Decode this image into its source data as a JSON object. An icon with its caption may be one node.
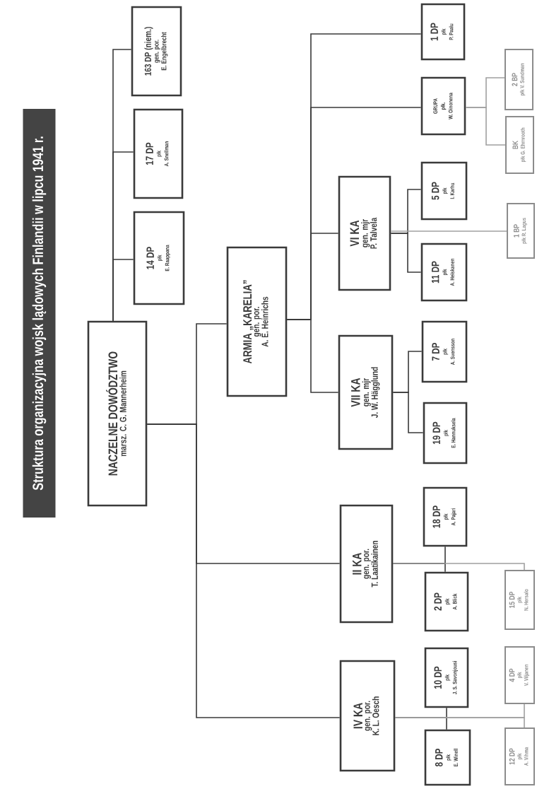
{
  "diagram": {
    "title": "Struktura organizacyjna wojsk lądowych Finlandii w lipcu 1941 r.",
    "nodes": [
      {
        "text": [
          "NACZELNE DOWÓDZTWO",
          "marsz. C. G. Mannerheim"
        ]
      },
      {
        "text": [
          "14 DP",
          "płk",
          "E. Raappana"
        ]
      },
      {
        "text": [
          "17 DP",
          "płk",
          "A. Snellman"
        ]
      },
      {
        "text": [
          "163 DP (niem.)",
          "gen. por.",
          "E. Engelbrecht"
        ]
      },
      {
        "text": [
          "ARMIA „KARELIA”",
          "gen. por.",
          "A. E. Heinrichs"
        ]
      },
      {
        "text": [
          "VI KA",
          "gen. mjr",
          "P. Talvela"
        ]
      },
      {
        "text": [
          "5 DP",
          "płk",
          "I. Karhu"
        ]
      },
      {
        "text": [
          "11 DP",
          "płk",
          "A. Heiskanen"
        ]
      },
      {
        "text": [
          "1 BP",
          "płk R. Lagus"
        ]
      },
      {
        "text": [
          "VII KA",
          "gen. mjr",
          "J. W. Hägglund"
        ]
      },
      {
        "text": [
          "7 DP",
          "płk",
          "A. Svensson"
        ]
      },
      {
        "text": [
          "19 DP",
          "płk",
          "E. Hannuksela"
        ]
      },
      {
        "text": [
          "GRUPA",
          "płk.",
          "W. Oinonena"
        ]
      },
      {
        "text": [
          "BK",
          "płk G. Ehrnrooth"
        ]
      },
      {
        "text": [
          "2 BP",
          "płk V. Sundman"
        ]
      },
      {
        "text": [
          "1 DP",
          "płk",
          "P. Paalu"
        ]
      },
      {
        "text": [
          "II KA",
          "gen. por.",
          "T. Laatikainen"
        ]
      },
      {
        "text": [
          "2 DP",
          "płk",
          "A. Blick"
        ]
      },
      {
        "text": [
          "18 DP",
          "płk",
          "A. Pajari"
        ]
      },
      {
        "text": [
          "15 DP",
          "płk",
          "N. Hersalo"
        ]
      },
      {
        "text": [
          "IV KA",
          "gen. por.",
          "K. L. Oesch"
        ]
      },
      {
        "text": [
          "10 DP",
          "płk",
          "J. S. Savonjousi"
        ]
      },
      {
        "text": [
          "8 DP",
          "płk",
          "E. Winell"
        ]
      },
      {
        "text": [
          "4 DP",
          "płk",
          "V. Viljanen"
        ]
      },
      {
        "text": [
          "12 DP",
          "płk",
          "A. Vihma"
        ]
      }
    ],
    "edges": [
      {
        "from": 0,
        "to": 1,
        "arrow": "none"
      },
      {
        "from": 0,
        "to": 2,
        "arrow": "none"
      },
      {
        "from": 0,
        "to": 3,
        "arrow": "none"
      },
      {
        "from": 0,
        "to": 4,
        "arrow": "none"
      },
      {
        "from": 0,
        "to": 16,
        "arrow": "none"
      },
      {
        "from": 0,
        "to": 20,
        "arrow": "none"
      },
      {
        "from": 4,
        "to": 15,
        "arrow": "none"
      },
      {
        "from": 4,
        "to": 12,
        "arrow": "none"
      },
      {
        "from": 4,
        "to": 5,
        "arrow": "none"
      },
      {
        "from": 4,
        "to": 9,
        "arrow": "none"
      },
      {
        "from": 5,
        "to": 6,
        "arrow": "none"
      },
      {
        "from": 5,
        "to": 7,
        "arrow": "none"
      },
      {
        "from": 5,
        "to": 8,
        "arrow": "none",
        "color": "#a0a0a0"
      },
      {
        "from": 9,
        "to": 10,
        "arrow": "none"
      },
      {
        "from": 9,
        "to": 11,
        "arrow": "none"
      },
      {
        "from": 12,
        "to": 14,
        "arrow": "none",
        "color": "#a0a0a0"
      },
      {
        "from": 12,
        "to": 13,
        "arrow": "none",
        "color": "#a0a0a0"
      },
      {
        "from": 16,
        "to": 18,
        "arrow": "none"
      },
      {
        "from": 16,
        "to": 17,
        "arrow": "none"
      },
      {
        "from": 16,
        "to": 19,
        "arrow": "none",
        "color": "#a0a0a0"
      },
      {
        "from": 20,
        "to": 21,
        "arrow": "none"
      },
      {
        "from": 20,
        "to": 22,
        "arrow": "none"
      },
      {
        "from": 20,
        "to": 23,
        "arrow": "none",
        "color": "#a0a0a0"
      },
      {
        "from": 20,
        "to": 24,
        "arrow": "none",
        "color": "#a0a0a0"
      }
    ]
  }
}
